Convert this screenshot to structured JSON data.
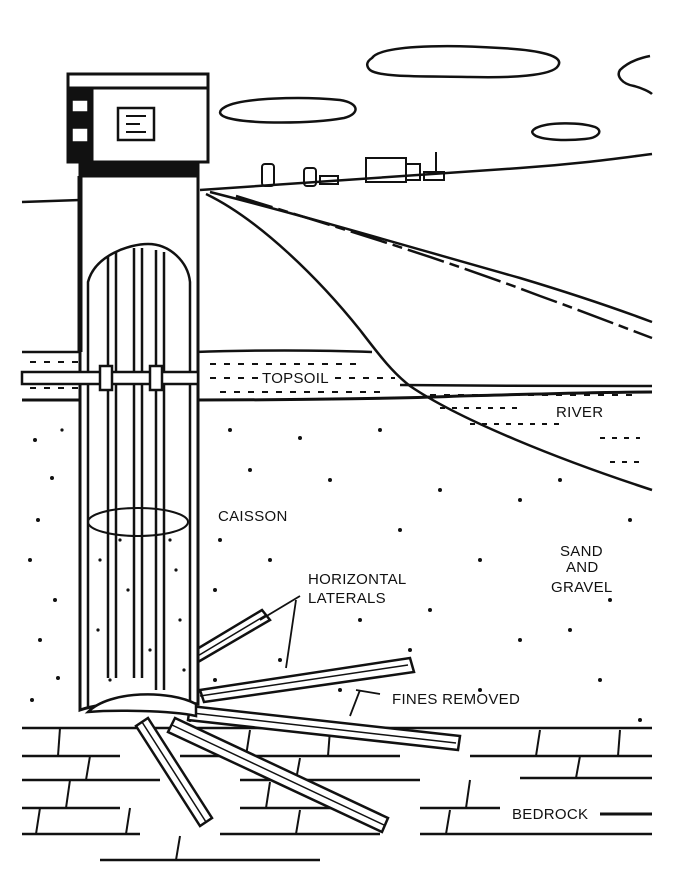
{
  "labels": {
    "topsoil": "TOPSOIL",
    "river": "RIVER",
    "caisson": "CAISSON",
    "sand_line1": "SAND",
    "sand_line2": "AND",
    "sand_line3": "GRAVEL",
    "laterals_line1": "HORIZONTAL",
    "laterals_line2": "LATERALS",
    "fines": "FINES REMOVED",
    "bedrock": "BEDROCK"
  },
  "colors": {
    "ink": "#111111",
    "paper": "#ffffff"
  }
}
